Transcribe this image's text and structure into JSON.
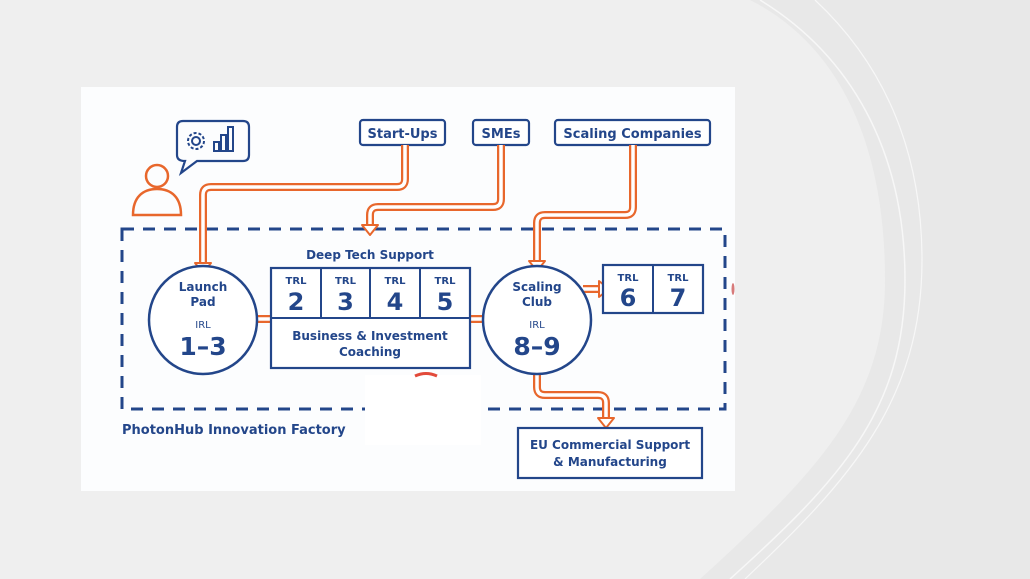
{
  "slide": {
    "background_color": "#e8e8e8",
    "panel_color": "#f0f0f0"
  },
  "diagram": {
    "colors": {
      "navy": "#23468a",
      "orange": "#e8672c",
      "background": "#fcfdfe"
    },
    "icons": {
      "user": "user-icon",
      "speech": "speech-bubble-icon",
      "gear": "gear-icon",
      "chart": "bar-chart-icon"
    },
    "sources": [
      {
        "label": "Start-Ups"
      },
      {
        "label": "SMEs"
      },
      {
        "label": "Scaling Companies"
      }
    ],
    "launch_pad": {
      "title_line1": "Launch",
      "title_line2": "Pad",
      "level_label": "IRL",
      "level_range": "1–3"
    },
    "deep_tech": {
      "title": "Deep Tech Support",
      "trl_cells": [
        {
          "label": "TRL",
          "value": "2"
        },
        {
          "label": "TRL",
          "value": "3"
        },
        {
          "label": "TRL",
          "value": "4"
        },
        {
          "label": "TRL",
          "value": "5"
        }
      ],
      "coaching_line1": "Business & Investment",
      "coaching_line2": "Coaching"
    },
    "scaling_club": {
      "title_line1": "Scaling",
      "title_line2": "Club",
      "level_label": "IRL",
      "level_range": "8–9"
    },
    "trl_late": [
      {
        "label": "TRL",
        "value": "6"
      },
      {
        "label": "TRL",
        "value": "7"
      }
    ],
    "factory_label": "PhotonHub Innovation Factory",
    "eu_support_line1": "EU Commercial Support",
    "eu_support_line2": "& Manufacturing"
  }
}
